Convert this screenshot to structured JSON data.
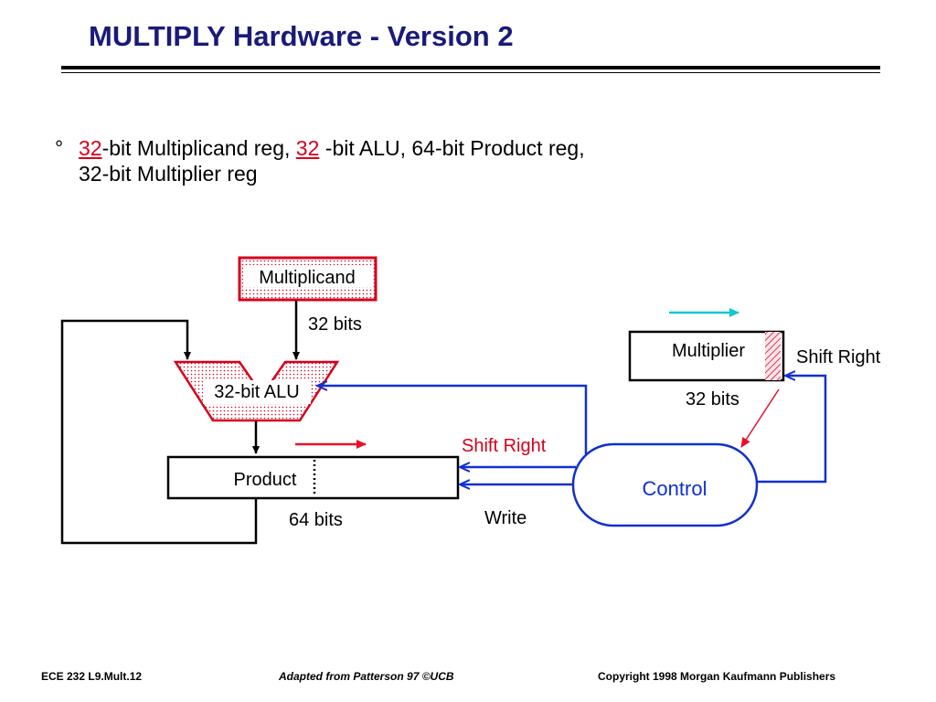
{
  "slide": {
    "title": "MULTIPLY Hardware - Version 2",
    "bullet": {
      "mark": "°",
      "line1": {
        "part1": "32",
        "part2": "-bit Multiplicand reg, ",
        "part3": "32",
        "part4": " -bit ALU, 64-bit Product reg,"
      },
      "line2": "32-bit Multiplier reg"
    }
  },
  "diagram": {
    "multiplicand": "Multiplicand",
    "multiplicand_width": "32 bits",
    "alu": "32-bit ALU",
    "product": "Product",
    "product_width": "64 bits",
    "multiplier": "Multiplier",
    "multiplier_width": "32 bits",
    "multiplier_shift": "Shift Right",
    "product_shift": "Shift Right",
    "write": "Write",
    "control": "Control",
    "colors": {
      "register_border": "#d6001c",
      "register_fill": "#fbe4ea",
      "wire": "#000000",
      "control": "#1030d0",
      "arrow_red": "#e8102a",
      "arrow_cyan": "#10c8d0"
    }
  },
  "footer": {
    "left": "ECE 232  L9.Mult.12",
    "center": "Adapted from Patterson 97 ©UCB",
    "right": "Copyright 1998 Morgan Kaufmann Publishers"
  }
}
